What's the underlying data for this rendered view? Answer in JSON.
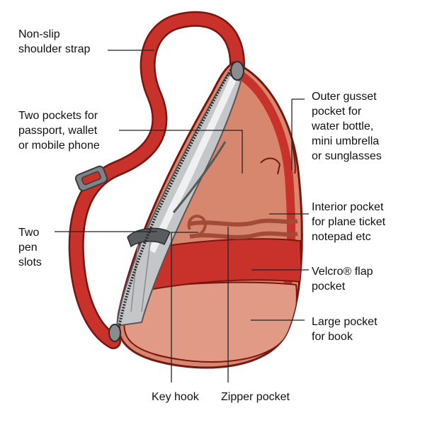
{
  "colors": {
    "bag_red": "#c8322a",
    "bag_outline": "#7a1610",
    "interior_salmon": "#d8876f",
    "pocket_salmon": "#e09a85",
    "lining_grey": "#c4c6c8",
    "zipper_grey": "#8a8d90",
    "leader_line": "#222222"
  },
  "labels": {
    "strap": [
      "Non-slip",
      "shoulder strap"
    ],
    "passport": [
      "Two pockets for",
      "passport, wallet",
      "or mobile phone"
    ],
    "pen": [
      "Two",
      "pen",
      "slots"
    ],
    "gusset": [
      "Outer gusset",
      "pocket for",
      "water bottle,",
      "mini umbrella",
      "or sunglasses"
    ],
    "interior": [
      "Interior pocket",
      "for plane ticket",
      "notepad etc"
    ],
    "velcro": [
      "Velcro® flap",
      "pocket"
    ],
    "large": [
      "Large pocket",
      "for book"
    ],
    "key": [
      "Key hook"
    ],
    "zipper": [
      "Zipper pocket"
    ]
  }
}
